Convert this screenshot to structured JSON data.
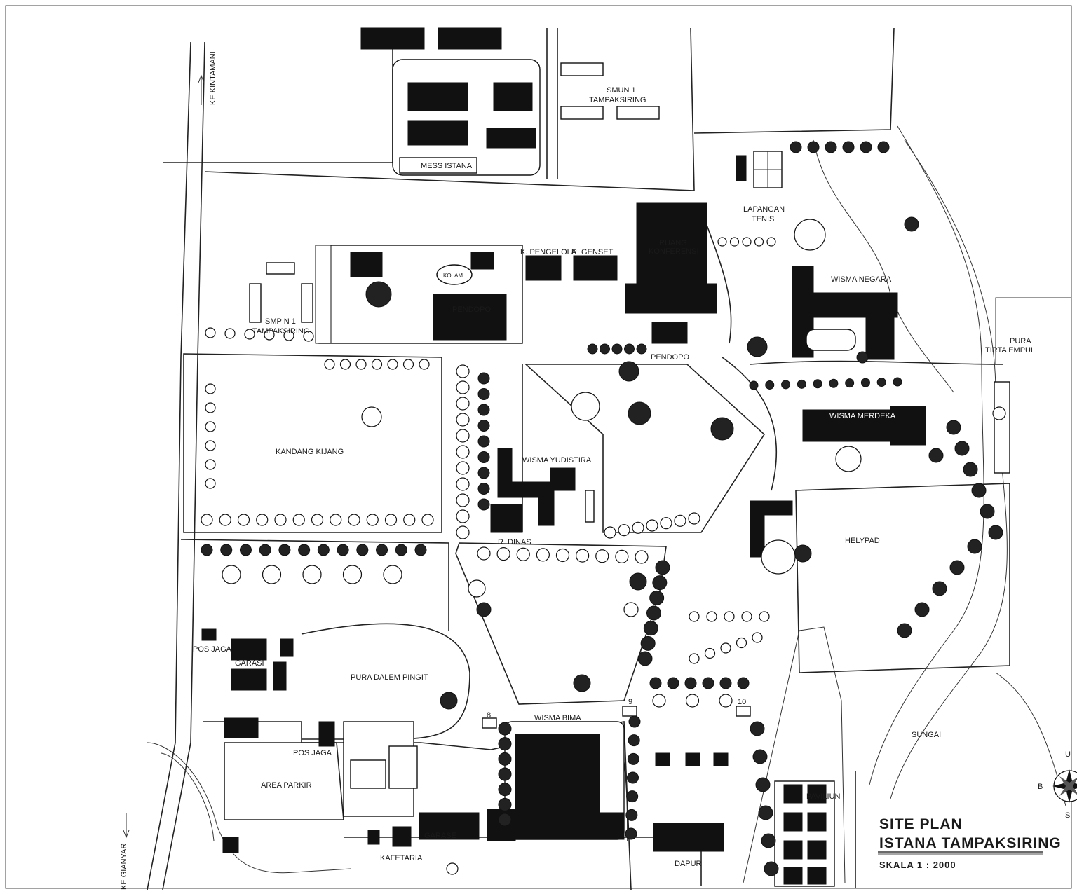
{
  "map": {
    "title_line1": "SITE PLAN",
    "title_line2": "ISTANA TAMPAKSIRING",
    "scale": "SKALA  1 : 2000",
    "compass": {
      "north": "U",
      "south": "S",
      "west": "B"
    },
    "labels": {
      "ke_kintamani": "KE KINTAMANI",
      "ke_gianyar": "KE GIANYAR",
      "smun1_a": "SMUN 1",
      "smun1_b": "TAMPAKSIRING",
      "mess_istana": "MESS ISTANA",
      "lapangan_a": "LAPANGAN",
      "lapangan_b": "TENIS",
      "ruang_a": "RUANG",
      "ruang_b": "KONFERENSI",
      "k_pengelola": "K. PENGELOLA",
      "r_genset": "R. GENSET",
      "kolam": "KOLAM",
      "pendopo1": "PENDOPO",
      "pendopo2": "PENDOPO",
      "smpn1_a": "SMP N 1",
      "smpn1_b": "TAMPAKSIRING",
      "wisma_negara": "WISMA NEGARA",
      "pura_a": "PURA",
      "pura_b": "TIRTA EMPUL",
      "wisma_merdeka": "WISMA MERDEKA",
      "kandang_kijang": "KANDANG KIJANG",
      "wisma_yudistira": "WISMA YUDISTIRA",
      "r_dinas": "R. DINAS",
      "helypad": "HELYPAD",
      "pos_jaga1": "POS JAGA",
      "garasi": "GARASI",
      "pura_dalem": "PURA DALEM PINGIT",
      "pos_jaga2": "POS JAGA",
      "area_parkir": "AREA PARKIR",
      "wisma_bima": "WISMA BIMA",
      "garase": "GARASE",
      "kafetaria": "KAFETARIA",
      "dapur": "DAPUR",
      "paviliun": "PAVILIUN",
      "sungai": "SUNGAI",
      "n8": "8",
      "n9": "9",
      "n10": "10"
    }
  }
}
